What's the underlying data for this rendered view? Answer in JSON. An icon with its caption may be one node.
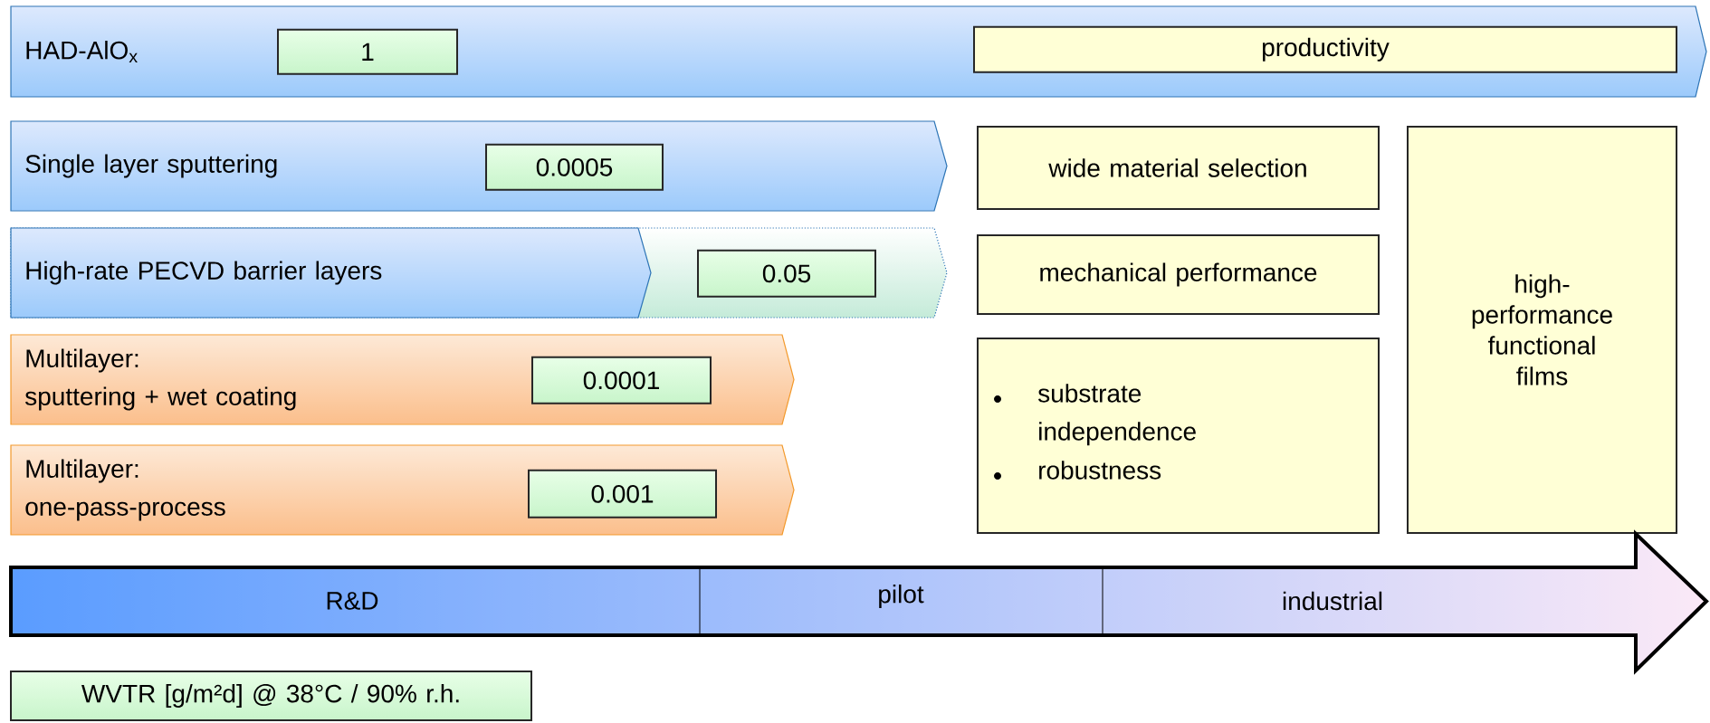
{
  "diagram": {
    "nodes": [
      {
        "text": [
          "HAD-AlO$_{x}$"
        ]
      },
      {
        "text": [
          "1"
        ],
        "in": 0
      },
      {
        "text": [
          "productivity"
        ],
        "in": 0
      },
      {
        "text": [
          "Single layer sputtering"
        ]
      },
      {
        "text": [
          "0.0005"
        ],
        "in": 3
      },
      {
        "text": [
          "High-rate PECVD barrier layers"
        ]
      },
      {
        "text": [
          "0.05"
        ],
        "in": 5
      },
      {
        "text": [
          "Multilayer:",
          "sputtering + wet coating"
        ]
      },
      {
        "text": [
          "0.0001"
        ],
        "in": 7
      },
      {
        "text": [
          "Multilayer:",
          "one-pass-process"
        ]
      },
      {
        "text": [
          "0.001"
        ],
        "in": 9
      },
      {
        "text": [
          "wide material selection"
        ]
      },
      {
        "text": [
          "mechanical performance"
        ]
      },
      {
        "text": [
          "substrate independence",
          "robustness"
        ]
      },
      {
        "text": [
          "high-performance functional films"
        ]
      },
      {
        "text": [
          "R&D",
          "pilot",
          "industrial"
        ]
      },
      {
        "text": [
          "WVTR [g/m²d] @ 38°C / 90% r.h."
        ]
      }
    ]
  }
}
